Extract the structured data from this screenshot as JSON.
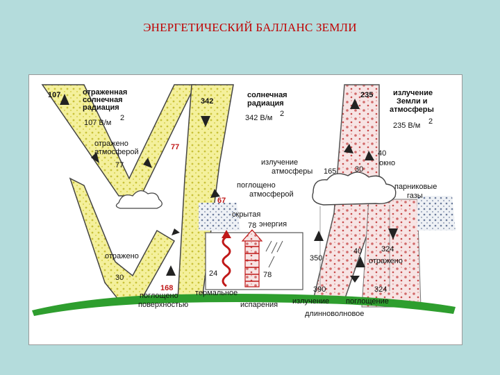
{
  "title": "ЭНЕРГЕТИЧЕСКИЙ БАЛЛАНС ЗЕМЛИ",
  "labels": {
    "reflected_l1": "отраженная",
    "reflected_l2": "солнечная",
    "reflected_l3": "радиация",
    "reflected_total": "107 В/м",
    "reflected_sup": "2",
    "v107": "107",
    "solar_l1": "солнечная",
    "solar_l2": "радиация",
    "solar_total": "342 В/м",
    "solar_sup": "2",
    "v342": "342",
    "emit_l1": "излучение",
    "emit_l2": "Земли и",
    "emit_l3": "атмосферы",
    "emit_total": "235 В/м",
    "emit_sup": "2",
    "v235": "235",
    "refl_atm_l1": "отражено",
    "refl_atm_l2": "атмосферой",
    "v77a": "77",
    "v77b": "77",
    "atm_rad_l1": "излучение",
    "atm_rad_l2": "атмосферы",
    "v165": "165",
    "v30a": "30",
    "v40a": "40",
    "window": "окно",
    "absorbed_l1": "поглощено",
    "absorbed_l2": "атмосферой",
    "v67": "67",
    "greenhouse_l1": "парниковые",
    "greenhouse_l2": "газы",
    "latent_l1": "скрытая",
    "latent_l2": "энергия",
    "v78a": "78",
    "reflected_surface": "отражено",
    "v30b": "30",
    "v24": "24",
    "v78b": "78",
    "v350": "350",
    "v40b": "40",
    "v324a": "324",
    "reflected_r": "отражено",
    "v168": "168",
    "absorbed_surface_l1": "поглощено",
    "absorbed_surface_l2": "поверхностью",
    "thermal": "термальное",
    "evaporation": "испарения",
    "v390": "390",
    "longwave_l1": "излучение",
    "longwave_l2": "длинноволновое",
    "v324b": "324",
    "absorption": "поглощение"
  },
  "colors": {
    "background": "#b4dcdc",
    "title": "#c00000",
    "solar_beam": "#f3ef9a",
    "longwave_beam": "#f2d7d7",
    "ground": "#2e9e2e",
    "red_value": "#c01818"
  }
}
